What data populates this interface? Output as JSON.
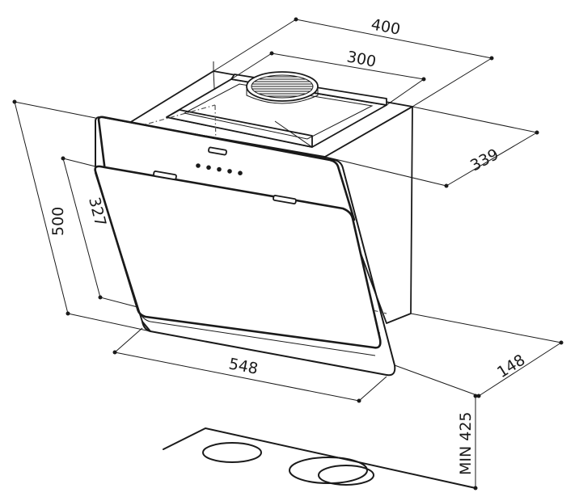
{
  "dimensions": {
    "width_top": "400",
    "duct_width": "300",
    "depth_top": "339",
    "height_total": "500",
    "glass_height": "327",
    "width_front": "548",
    "depth_bottom": "148",
    "min_height": "MIN 425"
  },
  "control_panel": {
    "buttons": 5
  }
}
